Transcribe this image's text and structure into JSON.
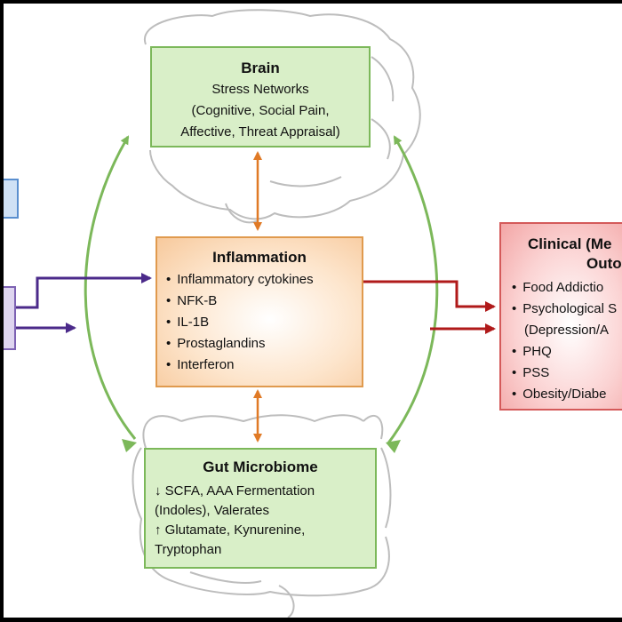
{
  "brain": {
    "title": "Brain",
    "line1": "Stress Networks",
    "line2": "(Cognitive, Social Pain,",
    "line3": "Affective, Threat Appraisal)"
  },
  "inflammation": {
    "title": "Inflammation",
    "items": [
      "Inflammatory cytokines",
      "NFK-B",
      "IL-1B",
      "Prostaglandins",
      "Interferon"
    ]
  },
  "gut": {
    "title": "Gut Microbiome",
    "down_arrow": "↓",
    "line1": "SCFA, AAA Fermentation",
    "line2": "(Indoles), Valerates",
    "up_arrow": "↑",
    "line3": "Glutamate, Kynurenine,",
    "line4": "Tryptophan"
  },
  "clinical": {
    "title_line1": "Clinical (Me",
    "title_line2": "Outo",
    "items": [
      "Food Addictio",
      "Psychological S",
      "(Depression/A",
      "PHQ",
      "PSS",
      "Obesity/Diabe"
    ]
  },
  "colors": {
    "green": "#7cb85a",
    "orange": "#e07a26",
    "purple": "#4b2a8a",
    "red": "#b01a1a"
  }
}
